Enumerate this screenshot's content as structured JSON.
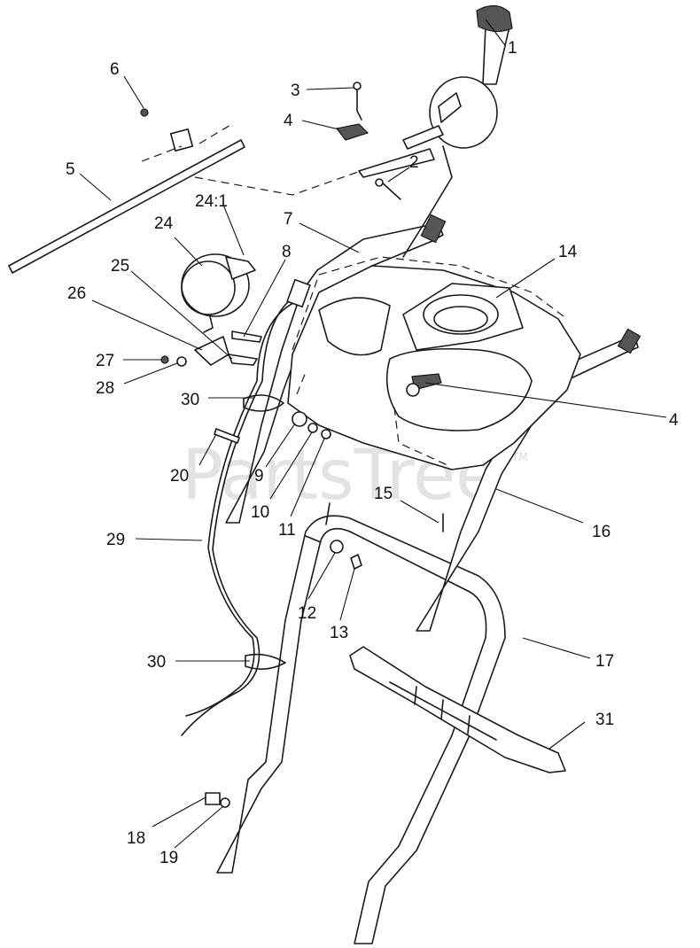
{
  "watermark": {
    "text": "PartsTree",
    "trademark": "TM"
  },
  "callouts": [
    {
      "label": "1"
    },
    {
      "label": "2"
    },
    {
      "label": "3"
    },
    {
      "label": "4"
    },
    {
      "label": "5"
    },
    {
      "label": "6"
    },
    {
      "label": "7"
    },
    {
      "label": "8"
    },
    {
      "label": "9"
    },
    {
      "label": "10"
    },
    {
      "label": "11"
    },
    {
      "label": "12"
    },
    {
      "label": "13"
    },
    {
      "label": "14"
    },
    {
      "label": "4"
    },
    {
      "label": "15"
    },
    {
      "label": "16"
    },
    {
      "label": "17"
    },
    {
      "label": "18"
    },
    {
      "label": "19"
    },
    {
      "label": "20"
    },
    {
      "label": "24:1"
    },
    {
      "label": "24"
    },
    {
      "label": "25"
    },
    {
      "label": "26"
    },
    {
      "label": "27"
    },
    {
      "label": "28"
    },
    {
      "label": "29"
    },
    {
      "label": "30"
    },
    {
      "label": "30"
    },
    {
      "label": "31"
    }
  ]
}
